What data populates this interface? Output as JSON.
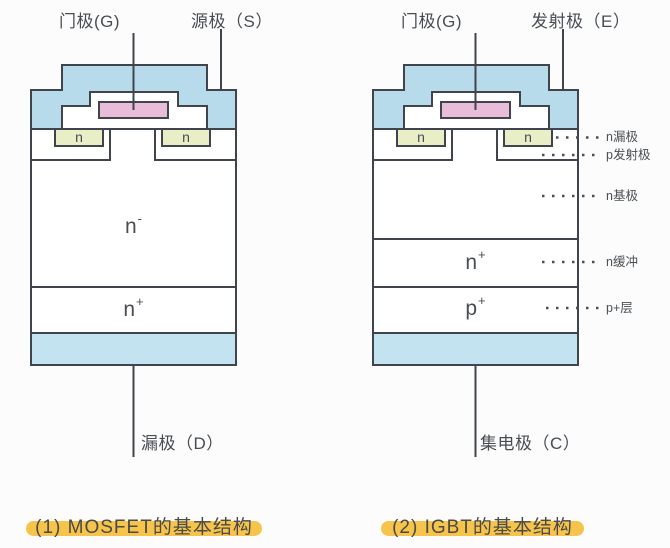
{
  "mosfet": {
    "gate_label": "门极(G)",
    "source_label": "源极（S）",
    "drain_label": "漏极（D）",
    "n_well_left": "n",
    "n_well_right": "n",
    "drift_region": {
      "base": "n",
      "sup": "-"
    },
    "substrate_region": {
      "base": "n",
      "sup": "+"
    },
    "caption": "(1) MOSFET的基本结构"
  },
  "igbt": {
    "gate_label": "门极(G)",
    "emitter_label": "发射极（E）",
    "collector_label": "集电极（C）",
    "n_well_left": "n",
    "n_well_right": "n",
    "buffer_region": {
      "base": "n",
      "sup": "+"
    },
    "injection_region": {
      "base": "p",
      "sup": "+"
    },
    "side_labels": [
      "n漏极",
      "p发射极",
      "n基极",
      "n缓冲",
      "p+层"
    ],
    "caption": "(2) IGBT的基本结构"
  },
  "colors": {
    "metal_top": "#b7dbeb",
    "metal_bottom": "#c3e3f1",
    "gate_poly": "#e9bcd9",
    "n_region": "#eaeec6",
    "outline": "#40454d",
    "highlight": "#f6c34b"
  }
}
